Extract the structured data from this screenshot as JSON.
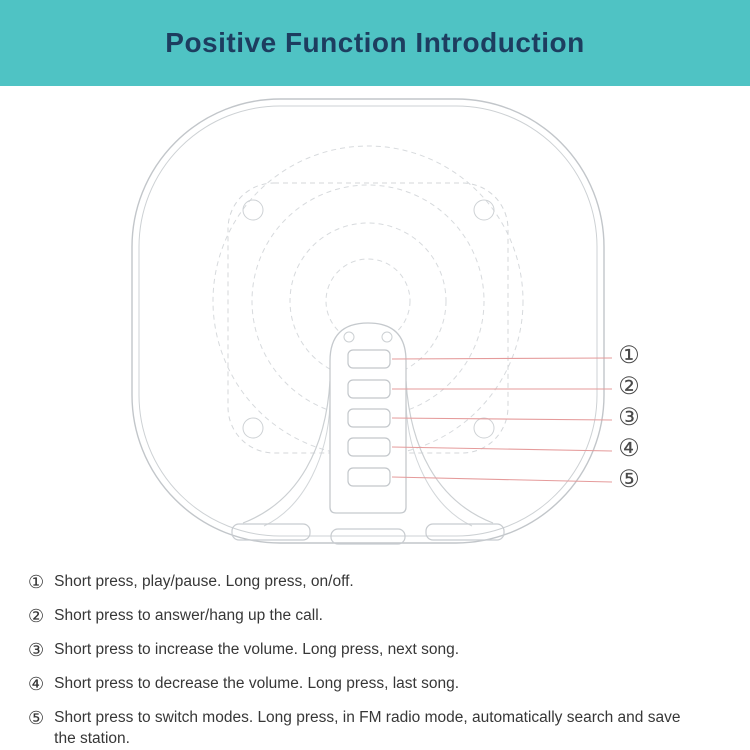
{
  "header": {
    "title": "Positive Function Introduction"
  },
  "colors": {
    "header_bg": "#4fc3c4",
    "header_text": "#1d3d5f",
    "outline": "#c5c9cd",
    "dashed_line": "#d4d7da",
    "leader_line": "#e59b9b",
    "callout_text": "#4a4a4a",
    "body_text": "#373737"
  },
  "figure": {
    "subject": "speaker-rear-view-with-control-strip",
    "button_count": 5,
    "callouts": [
      "①",
      "②",
      "③",
      "④",
      "⑤"
    ]
  },
  "instructions": [
    {
      "num": "①",
      "text": "Short press, play/pause. Long press, on/off."
    },
    {
      "num": "②",
      "text": "Short press to answer/hang up the call."
    },
    {
      "num": "③",
      "text": "Short press to increase the volume. Long press, next song."
    },
    {
      "num": "④",
      "text": "Short press to decrease the volume. Long press, last song."
    },
    {
      "num": "⑤",
      "text": "Short press to switch modes. Long press, in FM radio mode, automatically search and save the station."
    }
  ]
}
